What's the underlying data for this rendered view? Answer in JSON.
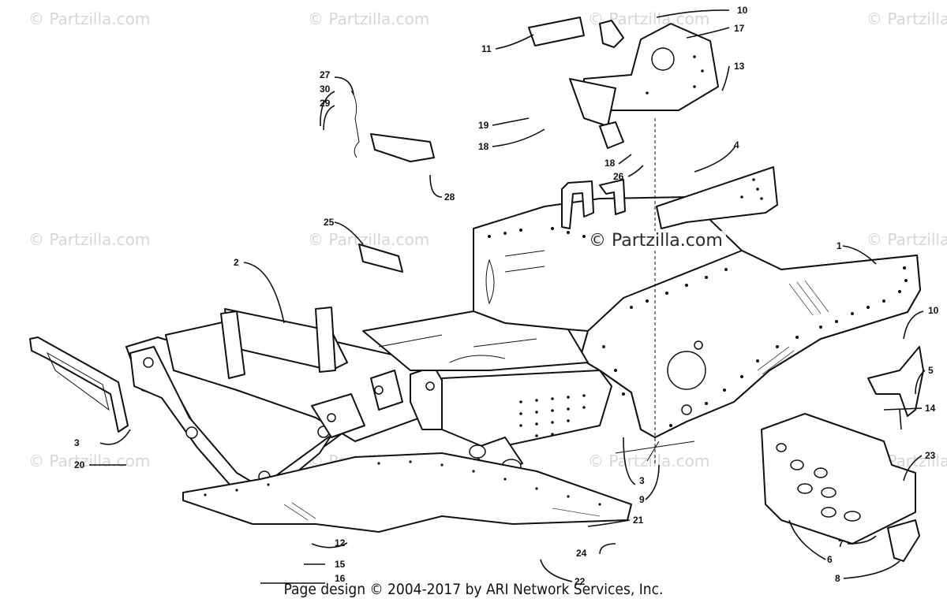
{
  "watermark": "© Partzilla.com",
  "center_watermark": "© Partzilla.com",
  "footer": "Page design © 2004-2017 by ARI Network Services, Inc.",
  "callouts": [
    "10",
    "17",
    "11",
    "13",
    "27",
    "30",
    "29",
    "19",
    "18",
    "18",
    "26",
    "4",
    "28",
    "25",
    "1",
    "2",
    "10",
    "5",
    "14",
    "3",
    "20",
    "23",
    "3",
    "9",
    "21",
    "12",
    "15",
    "24",
    "22",
    "6",
    "16",
    "7",
    "8"
  ]
}
